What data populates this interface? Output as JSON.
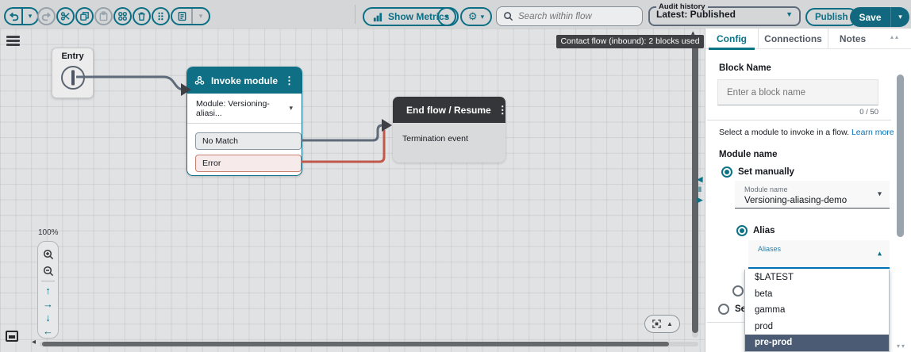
{
  "toolbar": {
    "metrics_label": "Show Metrics",
    "search_placeholder": "Search within flow",
    "audit_history_label": "Audit history",
    "audit_history_value": "Latest: Published",
    "publish_label": "Publish",
    "save_label": "Save"
  },
  "canvas": {
    "tooltip": "Contact flow (inbound): 2 blocks used",
    "zoom_level": "100%",
    "entry_block": {
      "title": "Entry"
    },
    "invoke_block": {
      "title": "Invoke module",
      "module_row": "Module: Versioning-aliasi...",
      "branches": [
        {
          "label": "No Match"
        },
        {
          "label": "Error"
        }
      ]
    },
    "end_block": {
      "title": "End flow / Resume",
      "event": "Termination event"
    }
  },
  "panel": {
    "tabs": [
      {
        "label": "Config"
      },
      {
        "label": "Connections"
      },
      {
        "label": "Notes"
      }
    ],
    "block_name_label": "Block Name",
    "block_name_placeholder": "Enter a block name",
    "block_name_value": "",
    "char_counter": "0 / 50",
    "intro_text": "Select a module to invoke in a flow.",
    "learn_more_label": "Learn more",
    "module_name_heading": "Module name",
    "set_manually_label": "Set manually",
    "module_select_label": "Module name",
    "module_select_value": "Versioning-aliasing-demo",
    "alias_label": "Alias",
    "alias_select_label": "Aliases",
    "set_partial_label": "Set",
    "alias_options": [
      "$LATEST",
      "beta",
      "gamma",
      "prod",
      "pre-prod"
    ],
    "selected_alias": "pre-prod"
  },
  "colors": {
    "accent_teal": "#0b6e84",
    "active_tab": "#0c7286",
    "link_blue": "#0073bb",
    "invoke_header": "#0e6f85",
    "end_header": "#35363a",
    "connector_gray": "#5f6b7a",
    "connector_error": "#c1584c",
    "selected_option_bg": "#4c5b74",
    "save_button_bg": "#12687f"
  }
}
